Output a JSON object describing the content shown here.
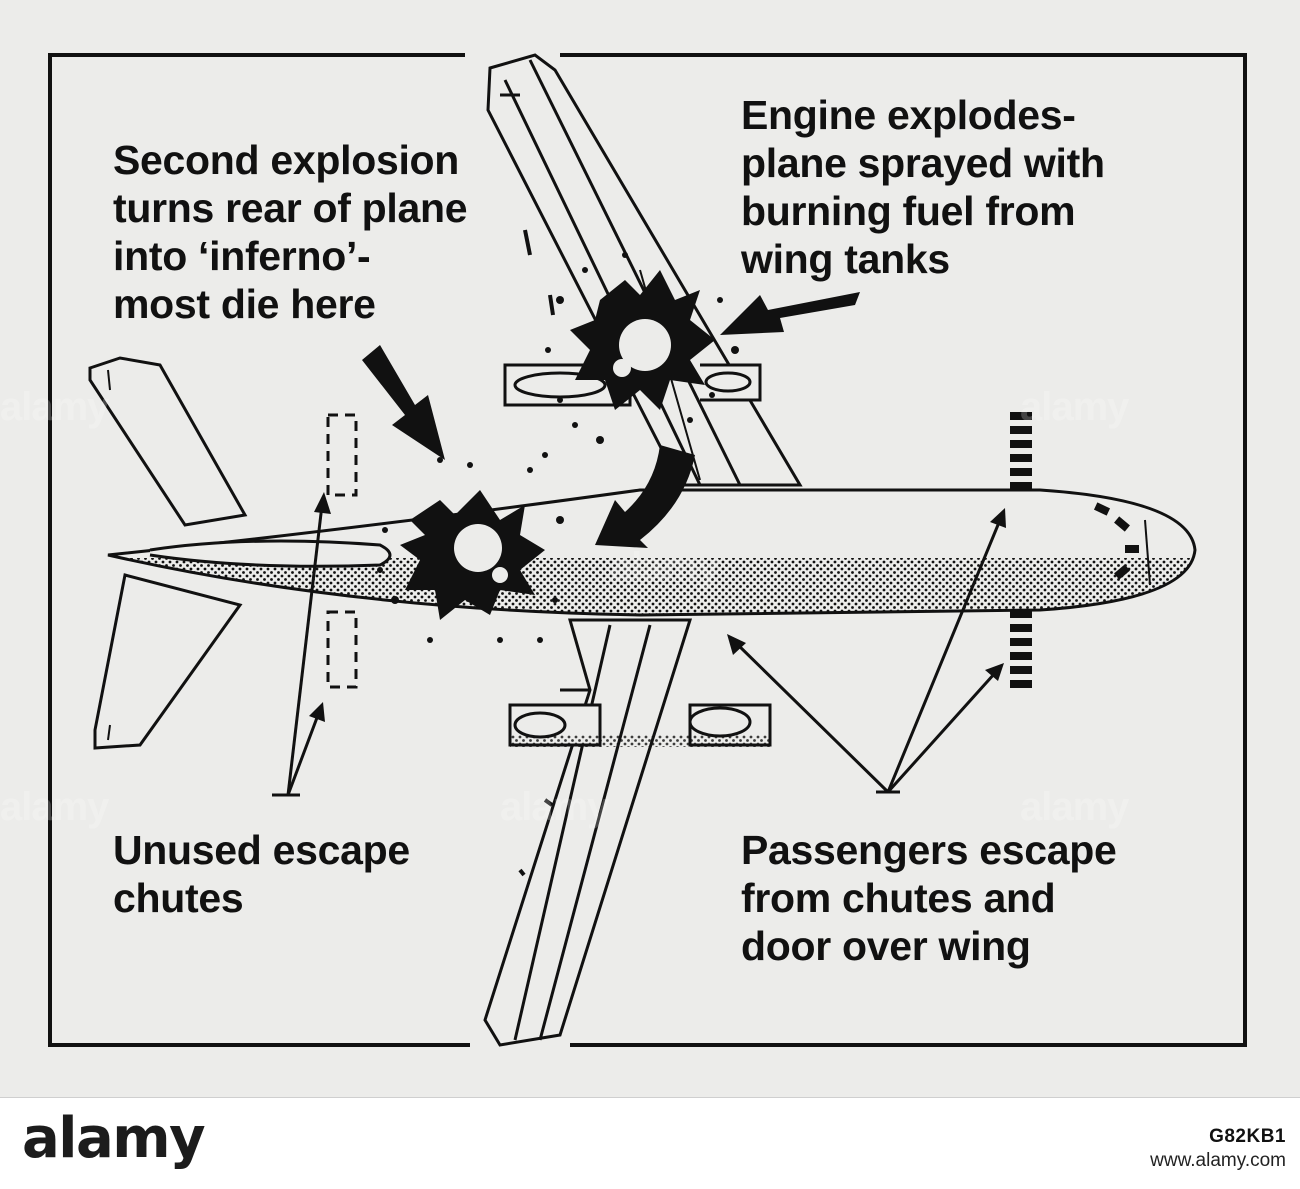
{
  "labels": {
    "second_explosion": "Second explosion\nturns rear of plane\ninto ‘inferno’-\nmost die here",
    "engine_explodes": "Engine explodes-\nplane sprayed with\nburning fuel from\nwing tanks",
    "unused_chutes": "Unused escape\nchutes",
    "passengers_escape": "Passengers escape\nfrom chutes and\ndoor over wing"
  },
  "watermark": {
    "text": "alamy"
  },
  "footer": {
    "logo": "alamy",
    "image_id": "G82KB1",
    "site": "www.alamy.com"
  },
  "colors": {
    "ink": "#111111",
    "paper": "#ececea",
    "footer_bg": "#ffffff"
  }
}
